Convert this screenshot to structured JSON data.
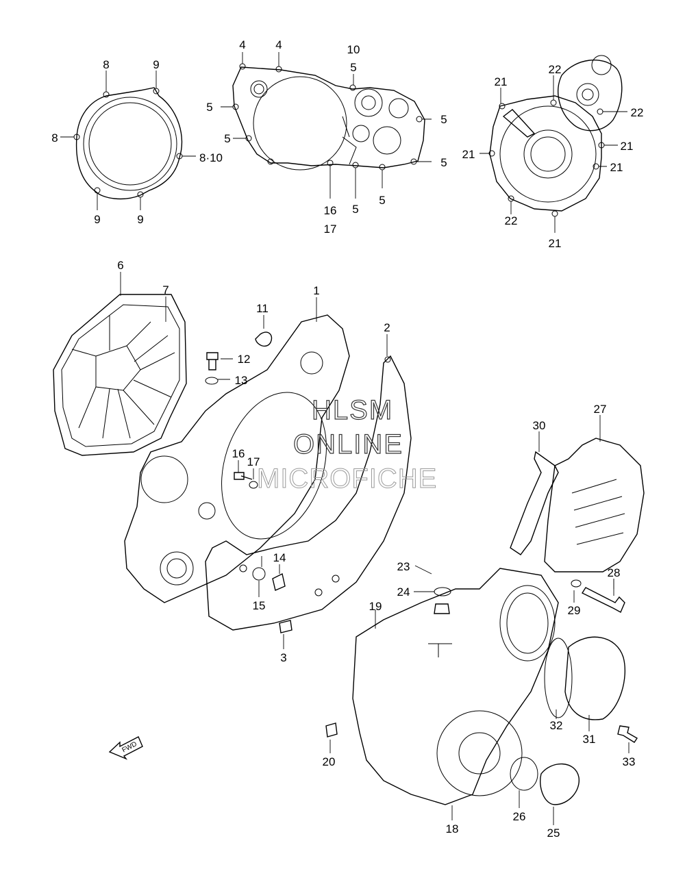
{
  "watermark": {
    "line1": "HLSM",
    "line2": "ONLINE",
    "line3": "MICROFICHE"
  },
  "fwd_label": "FWD",
  "callouts": {
    "c_8a": "8",
    "c_9a": "9",
    "c_8b": "8",
    "c_810": "8·10",
    "c_9b": "9",
    "c_9c": "9",
    "c_4a": "4",
    "c_4b": "4",
    "c_10": "10",
    "c_5a": "5",
    "c_5b": "5",
    "c_5c": "5",
    "c_5d": "5",
    "c_5e": "5",
    "c_5f": "5",
    "c_5g": "5",
    "c_16a": "16",
    "c_17a": "17",
    "c_21a": "21",
    "c_22a": "22",
    "c_22b": "22",
    "c_21b": "21",
    "c_21c": "21",
    "c_21d": "21",
    "c_22c": "22",
    "c_21e": "21",
    "c_6": "6",
    "c_7": "7",
    "c_11": "11",
    "c_1": "1",
    "c_2": "2",
    "c_12": "12",
    "c_13": "13",
    "c_16b": "16",
    "c_17b": "17",
    "c_14": "14",
    "c_15": "15",
    "c_3": "3",
    "c_30": "30",
    "c_27": "27",
    "c_23": "23",
    "c_24": "24",
    "c_28": "28",
    "c_29": "29",
    "c_19": "19",
    "c_32": "32",
    "c_31": "31",
    "c_33": "33",
    "c_20": "20",
    "c_26": "26",
    "c_25": "25",
    "c_18": "18"
  }
}
